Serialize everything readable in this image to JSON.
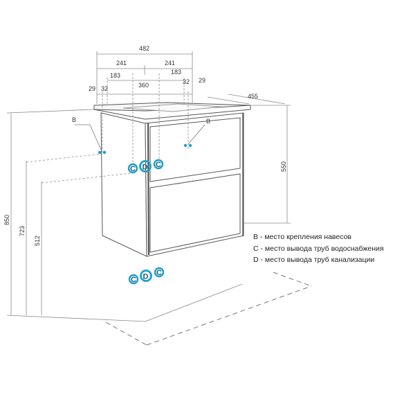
{
  "dimensions": {
    "total_width": "482",
    "half_width_left": "241",
    "half_width_right": "241",
    "offset_183_left": "183",
    "offset_183_right": "183",
    "edge_29_left": "29",
    "edge_32_left": "32",
    "inner_360": "360",
    "edge_32_right": "32",
    "edge_29_right": "29",
    "depth": "455",
    "cabinet_height": "550",
    "total_height": "850",
    "height_723": "723",
    "height_512": "512"
  },
  "markers": {
    "b": "B",
    "c": "C",
    "d": "D"
  },
  "legend": {
    "b": "B - место крепления навесов",
    "c": "C - место вывода труб водоснабжения",
    "d": "D - место вывода труб канализации"
  },
  "colors": {
    "line": "#555555",
    "dim_line": "#8a8a8a",
    "accent": "#1aa0c8",
    "accent_dark": "#1f5d7a"
  }
}
